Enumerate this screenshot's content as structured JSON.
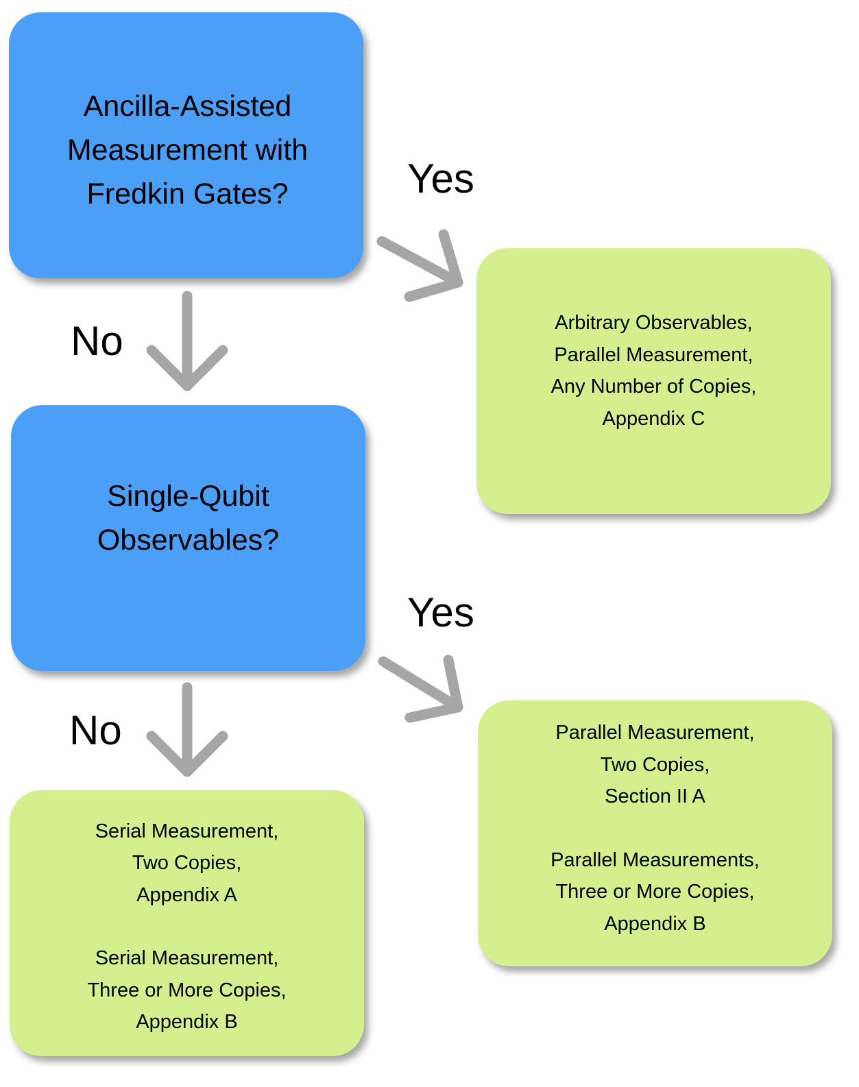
{
  "decisions": {
    "ancilla": {
      "lines": [
        "Ancilla-Assisted",
        "Measurement with",
        "Fredkin Gates?"
      ]
    },
    "single_qubit": {
      "lines": [
        "Single-Qubit",
        "Observables?"
      ]
    }
  },
  "outcomes": {
    "arbitrary": {
      "lines": [
        "Arbitrary Observables,",
        "Parallel Measurement,",
        "Any Number of Copies,",
        "Appendix C"
      ]
    },
    "parallel": {
      "group1": [
        "Parallel Measurement,",
        "Two Copies,",
        "Section II A"
      ],
      "group2": [
        "Parallel Measurements,",
        "Three or More Copies,",
        "Appendix B"
      ]
    },
    "serial": {
      "group1": [
        "Serial Measurement,",
        "Two Copies,",
        "Appendix A"
      ],
      "group2": [
        "Serial Measurement,",
        "Three or More Copies,",
        "Appendix B"
      ]
    }
  },
  "edge_labels": {
    "yes_top": "Yes",
    "no_top": "No",
    "yes_bottom": "Yes",
    "no_bottom": "No"
  },
  "colors": {
    "decision_fill": "#4b9ff7",
    "outcome_fill": "#d5ef8f",
    "arrow": "#a6a6a6"
  }
}
